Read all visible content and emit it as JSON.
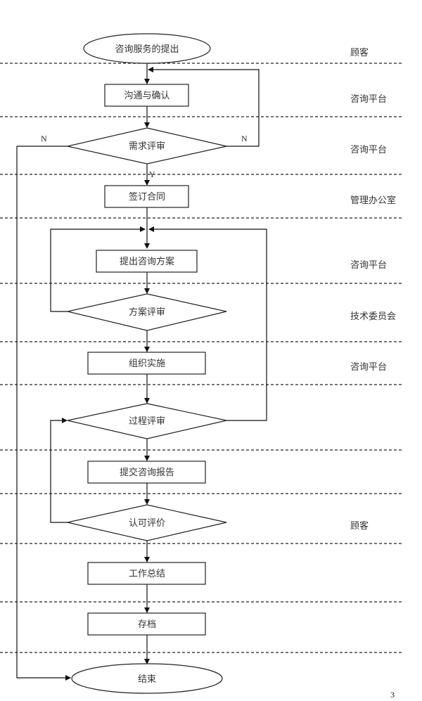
{
  "nodes": {
    "start": "咨询服务的提出",
    "communicate": "沟通与确认",
    "req_review": "需求评审",
    "sign": "签订合同",
    "propose": "提出咨询方案",
    "plan_review": "方案评审",
    "implement": "组织实施",
    "process_review": "过程评审",
    "report": "提交咨询报告",
    "accept": "认可评价",
    "summary": "工作总结",
    "archive": "存档",
    "end": "结束"
  },
  "edge_labels": {
    "no_left": "N",
    "no_right": "N",
    "yes": "Y"
  },
  "lanes": [
    "顾客",
    "咨询平台",
    "咨询平台",
    "管理办公室",
    "咨询平台",
    "技术委员会",
    "咨询平台",
    "顾客"
  ],
  "page_number": "3"
}
